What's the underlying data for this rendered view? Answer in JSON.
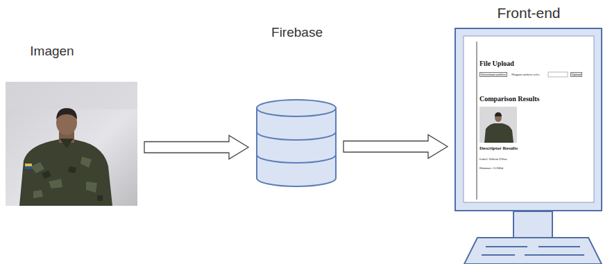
{
  "diagram": {
    "nodes": [
      {
        "text": [
          "Imagen"
        ]
      },
      {
        "text": [
          "Firebase"
        ]
      },
      {
        "text": [
          "Front-end"
        ]
      }
    ],
    "edges": [
      {
        "from": 0,
        "to": 1,
        "arrow": "to"
      },
      {
        "from": 1,
        "to": 2,
        "arrow": "to"
      }
    ],
    "labels": [
      "File Upload",
      "Seleccionar archivo",
      "Ninguno archivo selec.",
      "Upload",
      "Comparison Results",
      "Descriptor Results",
      "Label: Edwin Ulloa",
      "Distance: 0.2664"
    ]
  }
}
